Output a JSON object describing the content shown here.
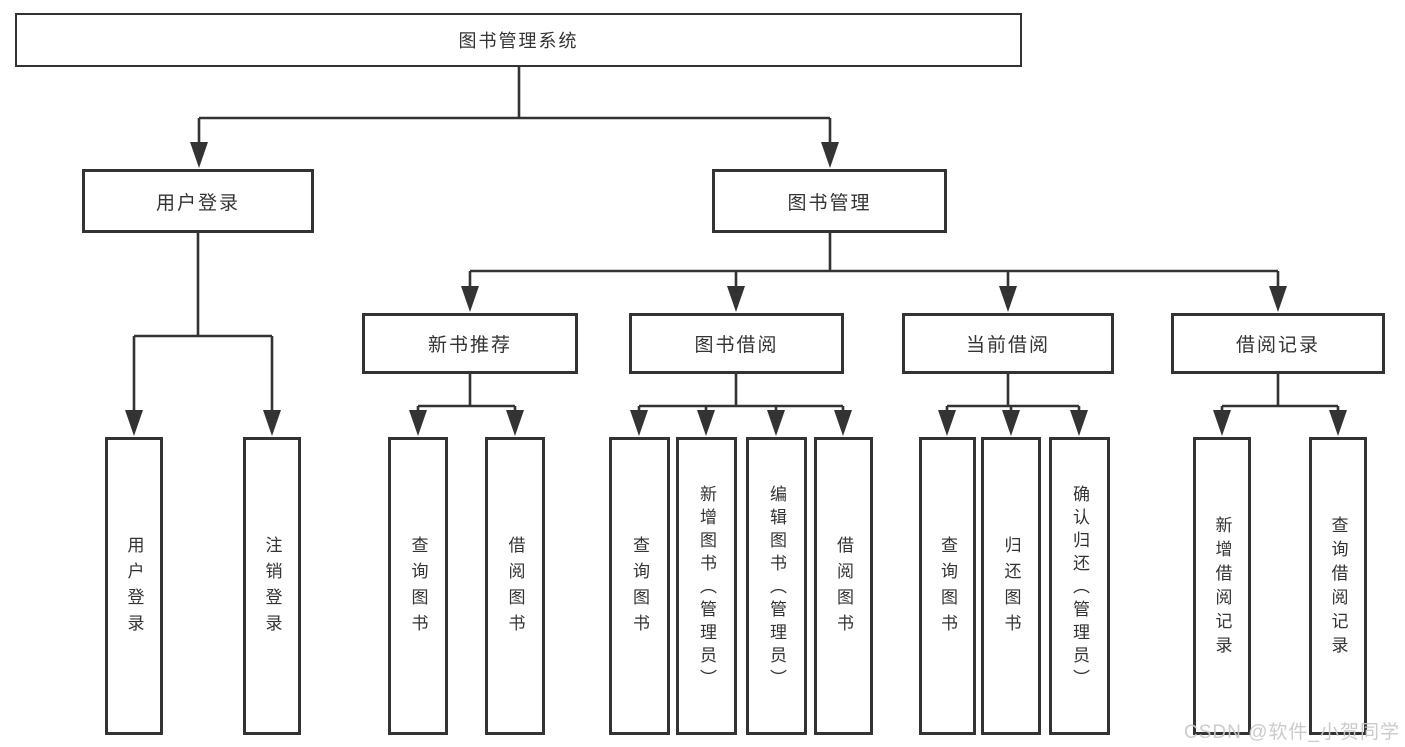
{
  "diagram_type": "hierarchy-tree",
  "colors": {
    "line": "#333333",
    "box_border": "#333333",
    "text": "#333333",
    "background": "#ffffff",
    "watermark": "#c9c9c9"
  },
  "tree": {
    "label": "图书管理系统",
    "children": [
      {
        "label": "用户登录",
        "children": [
          {
            "label": "用户登录"
          },
          {
            "label": "注销登录"
          }
        ]
      },
      {
        "label": "图书管理",
        "children": [
          {
            "label": "新书推荐",
            "children": [
              {
                "label": "查询图书"
              },
              {
                "label": "借阅图书"
              }
            ]
          },
          {
            "label": "图书借阅",
            "children": [
              {
                "label": "查询图书"
              },
              {
                "label": "新增图书（管理员）"
              },
              {
                "label": "编辑图书（管理员）"
              },
              {
                "label": "借阅图书"
              }
            ]
          },
          {
            "label": "当前借阅",
            "children": [
              {
                "label": "查询图书"
              },
              {
                "label": "归还图书"
              },
              {
                "label": "确认归还（管理员）"
              }
            ]
          },
          {
            "label": "借阅记录",
            "children": [
              {
                "label": "新增借阅记录"
              },
              {
                "label": "查询借阅记录"
              }
            ]
          }
        ]
      }
    ]
  },
  "watermark": {
    "text": "CSDN @软件_小贺同学"
  }
}
